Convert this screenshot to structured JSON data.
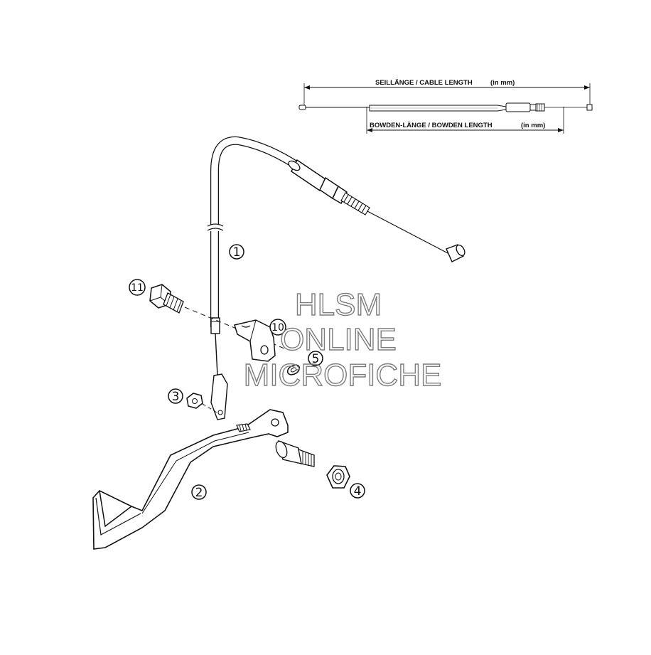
{
  "dimensions": {
    "cable_length_label": "SEILLÄNGE / CABLE LENGTH",
    "cable_length_unit": "(in mm)",
    "bowden_length_label": "BOWDEN-LÄNGE / BOWDEN LENGTH",
    "bowden_length_unit": "(in mm)"
  },
  "callouts": [
    {
      "number": "1"
    },
    {
      "number": "2"
    },
    {
      "number": "3"
    },
    {
      "number": "4"
    },
    {
      "number": "5"
    },
    {
      "number": "10"
    },
    {
      "number": "11"
    }
  ],
  "watermark": {
    "line1": "HLSM",
    "line2": "ONLINE",
    "line3": "MICROFICHE"
  }
}
